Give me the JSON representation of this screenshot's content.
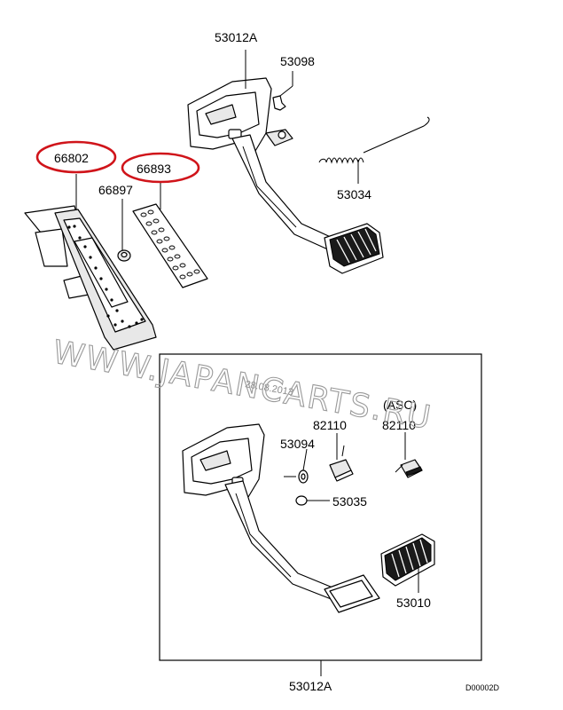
{
  "labels": {
    "top_bracket": "53012A",
    "bolt": "53098",
    "spring": "53034",
    "accel_pedal": "66802",
    "accel_pad": "66893",
    "nut": "66897",
    "bottom_bracket": "53012A",
    "bushing": "53094",
    "switch": "82110",
    "asc_note": "(ASC)",
    "asc_switch": "82110",
    "stopper": "53035",
    "brake_pad": "53010"
  },
  "date_stamp": "28.08.2013",
  "watermark": "WWW.JAPANCARTS.RU",
  "drawing_code": "D00002D",
  "highlight_color": "#d0141a"
}
